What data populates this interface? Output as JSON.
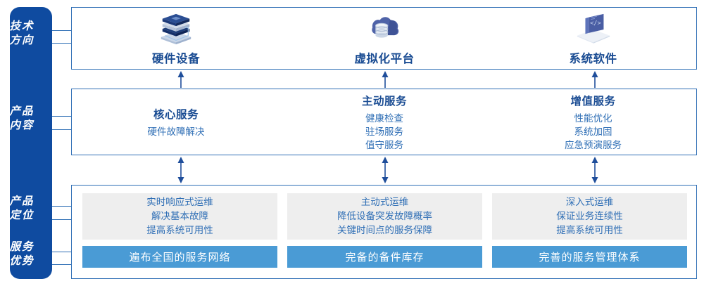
{
  "theme": {
    "sidebar_blue": "#0F4BA0",
    "border_blue": "#2E6EB5",
    "title_blue": "#1A4C93",
    "text_blue": "#2E6EB5",
    "bar_blue": "#4A9BD5",
    "grey_box": "#EEEEEE",
    "white": "#FFFFFF"
  },
  "sidebar": {
    "labels": [
      {
        "id": "tech-direction",
        "line1": "技术",
        "line2": "方向"
      },
      {
        "id": "product-content",
        "line1": "产品",
        "line2": "内容"
      },
      {
        "id": "product-position",
        "line1": "产品",
        "line2": "定位"
      },
      {
        "id": "service-advantage",
        "line1": "服务",
        "line2": "优势"
      }
    ]
  },
  "tech_direction": {
    "columns": [
      {
        "icon": "server-stack-icon",
        "name": "硬件设备"
      },
      {
        "icon": "cloud-database-icon",
        "name": "虚拟化平台"
      },
      {
        "icon": "laptop-code-icon",
        "name": "系统软件"
      }
    ]
  },
  "product_content": {
    "columns": [
      {
        "title": "核心服务",
        "items": [
          "硬件故障解决"
        ]
      },
      {
        "title": "主动服务",
        "items": [
          "健康检查",
          "驻场服务",
          "值守服务"
        ]
      },
      {
        "title": "增值服务",
        "items": [
          "性能优化",
          "系统加固",
          "应急预演服务"
        ]
      }
    ]
  },
  "product_position": {
    "boxes": [
      {
        "lines": [
          "实时响应式运维",
          "解决基本故障",
          "提高系统可用性"
        ]
      },
      {
        "lines": [
          "主动式运维",
          "降低设备突发故障概率",
          "关键时间点的服务保障"
        ]
      },
      {
        "lines": [
          "深入式运维",
          "保证业务连续性",
          "提高系统可用性"
        ]
      }
    ]
  },
  "service_advantage": {
    "bars": [
      {
        "label": "遍布全国的服务网络"
      },
      {
        "label": "完备的备件库存"
      },
      {
        "label": "完善的服务管理体系"
      }
    ]
  },
  "connectors": {
    "up_arrows": 3,
    "double_arrows": 3
  }
}
